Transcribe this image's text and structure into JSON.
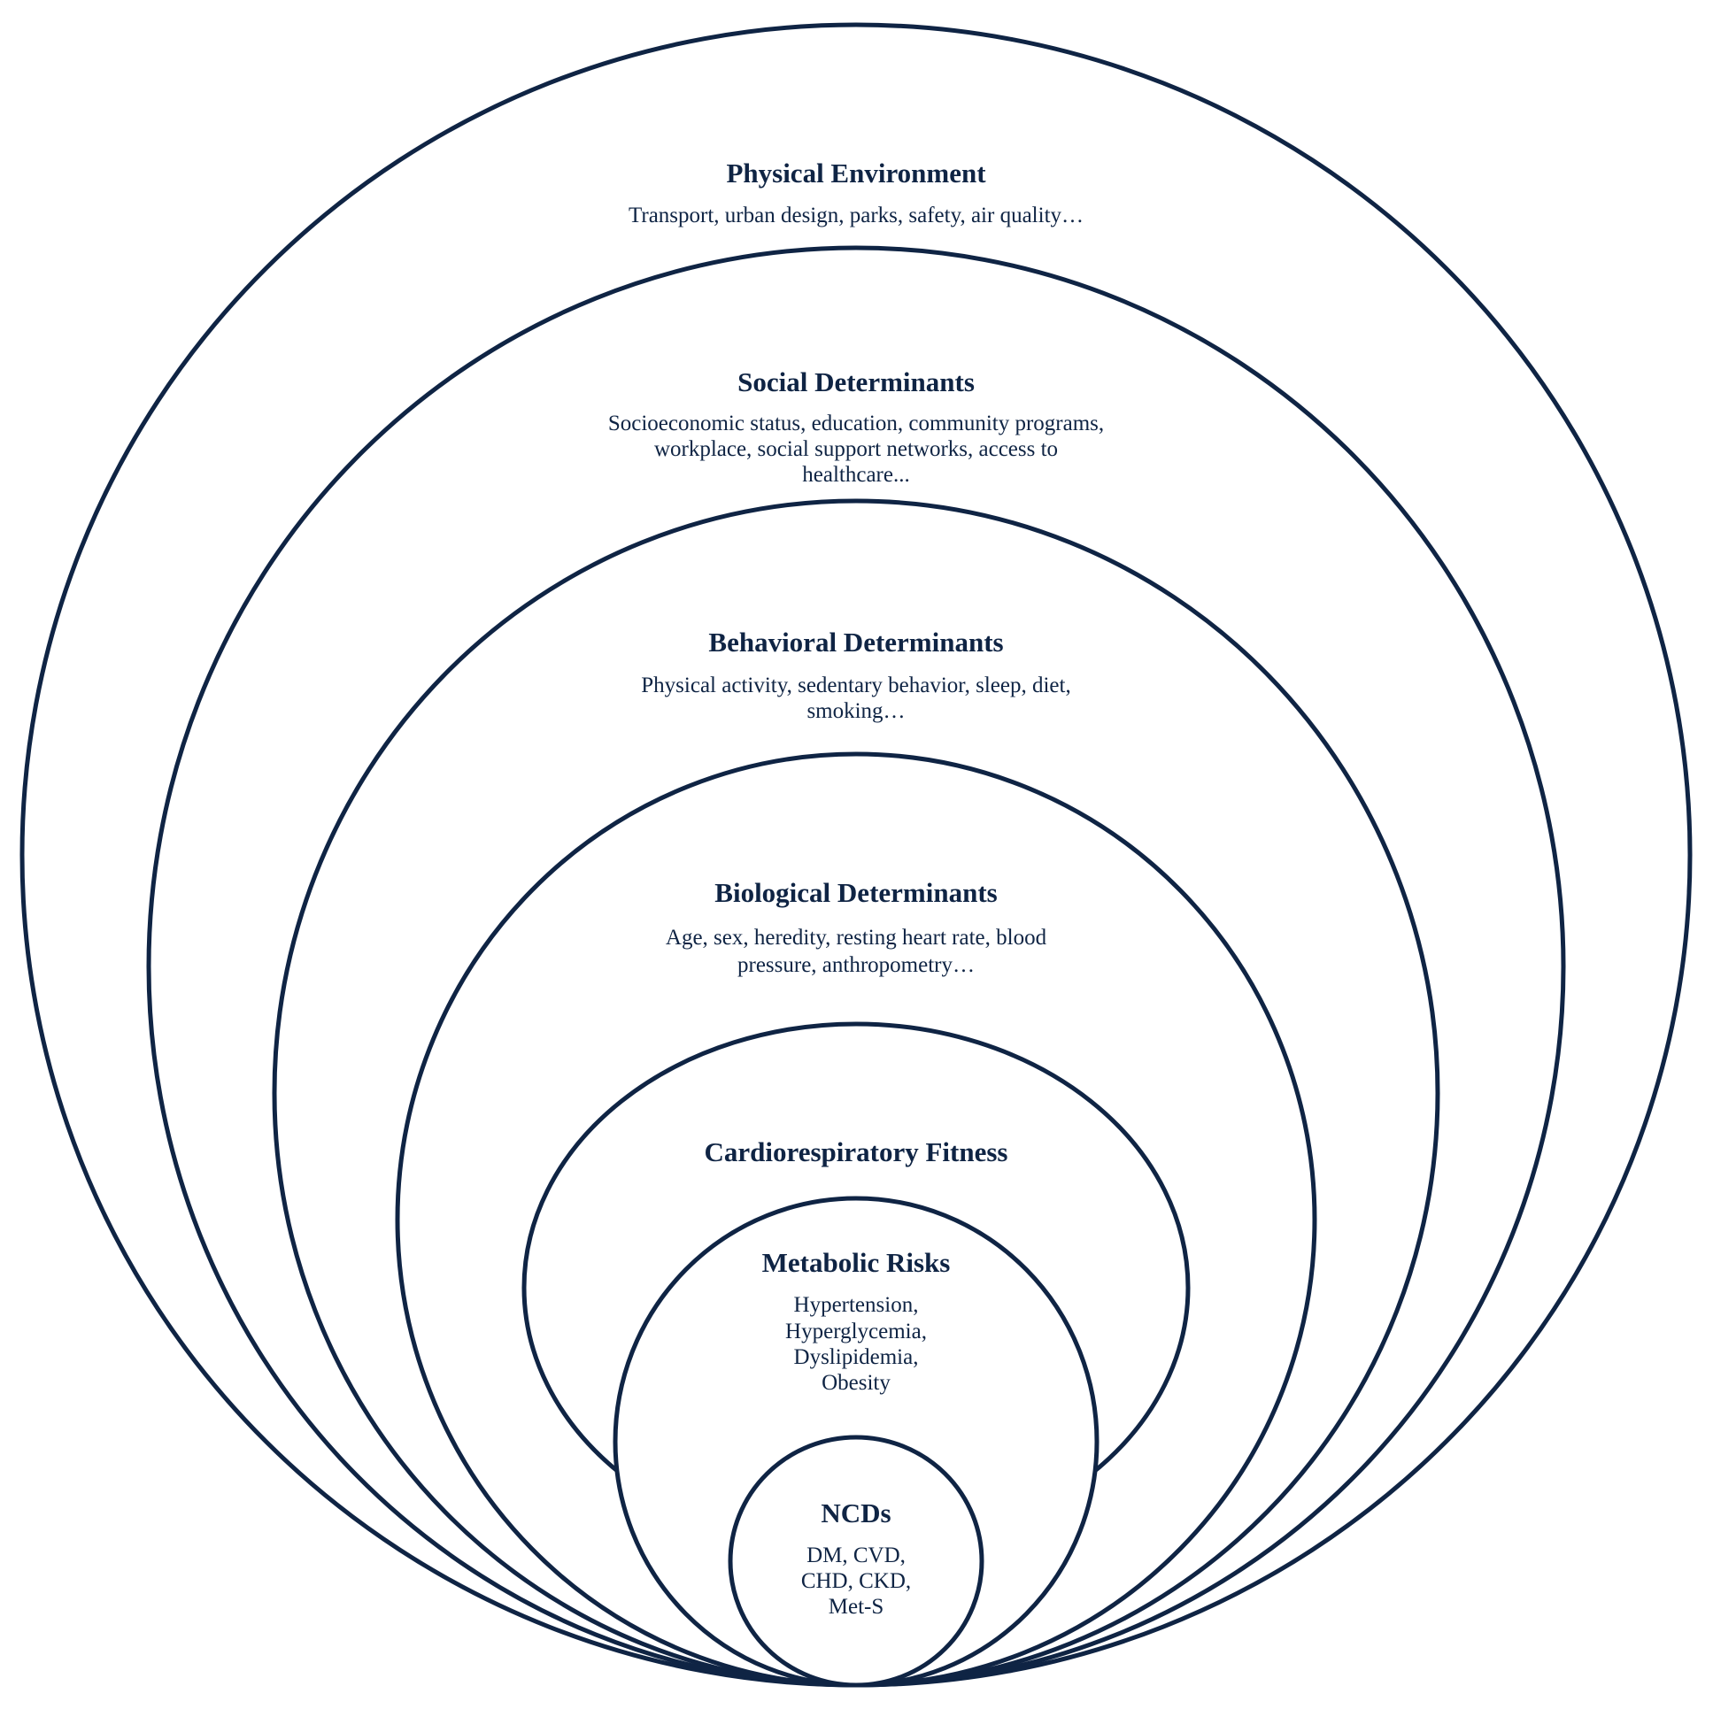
{
  "colors": {
    "stroke": "#0f2444",
    "text": "#0f2444",
    "background": "#ffffff"
  },
  "layers": [
    {
      "id": "physical-environment",
      "title": "Physical Environment",
      "lines": [
        "Transport, urban design, parks, safety, air quality…"
      ]
    },
    {
      "id": "social-determinants",
      "title": "Social Determinants",
      "lines": [
        "Socioeconomic status, education, community programs,",
        "workplace, social support networks, access to",
        "healthcare..."
      ]
    },
    {
      "id": "behavioral-determinants",
      "title": "Behavioral Determinants",
      "lines": [
        "Physical activity, sedentary behavior, sleep, diet,",
        "smoking…"
      ]
    },
    {
      "id": "biological-determinants",
      "title": "Biological Determinants",
      "lines": [
        "Age, sex, heredity, resting heart rate, blood",
        "pressure, anthropometry…"
      ]
    },
    {
      "id": "cardiorespiratory-fitness",
      "title": "Cardiorespiratory Fitness",
      "lines": []
    },
    {
      "id": "metabolic-risks",
      "title": "Metabolic Risks",
      "lines": [
        "Hypertension,",
        "Hyperglycemia,",
        "Dyslipidemia,",
        "Obesity"
      ]
    },
    {
      "id": "ncds",
      "title": "NCDs",
      "lines": [
        "DM, CVD,",
        "CHD, CKD,",
        "Met-S"
      ]
    }
  ]
}
